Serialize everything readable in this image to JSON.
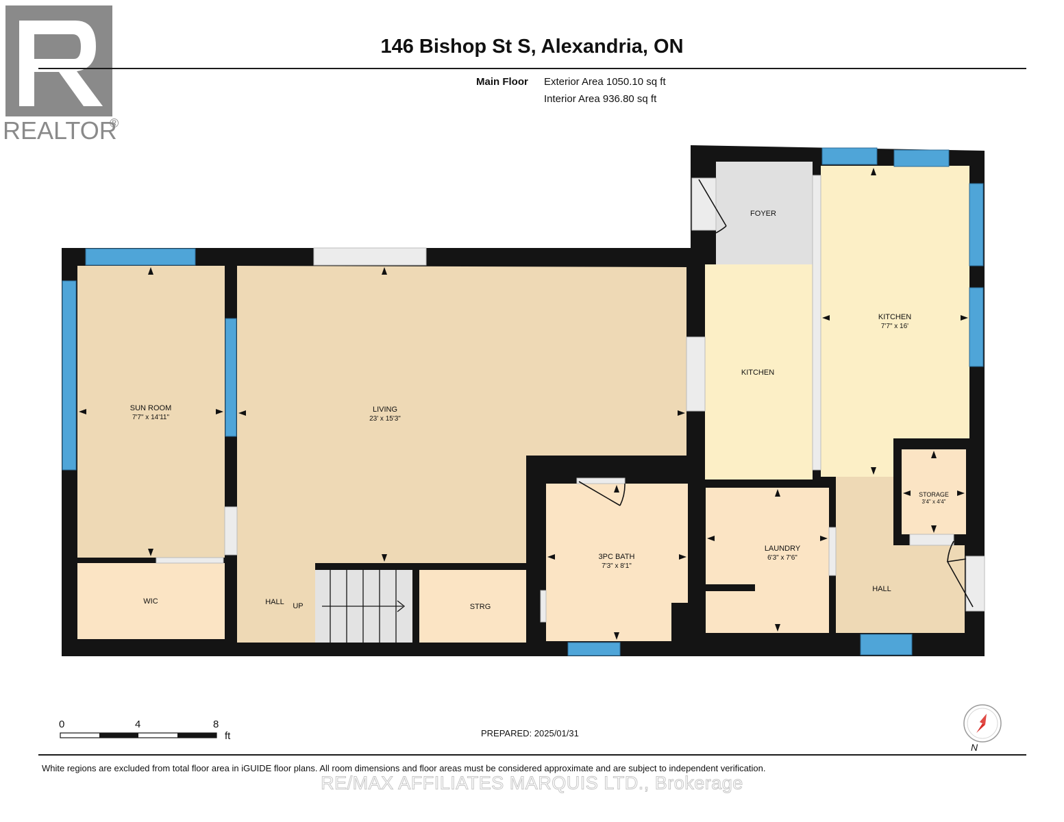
{
  "brand": {
    "realtor_label": "REALTOR",
    "registered_mark": "®"
  },
  "header": {
    "title": "146 Bishop St S, Alexandria, ON"
  },
  "floor": {
    "name": "Main Floor",
    "exterior_area": "Exterior Area 1050.10 sq ft",
    "interior_area": "Interior Area 936.80 sq ft"
  },
  "rooms": {
    "foyer": {
      "name": "FOYER"
    },
    "kitchen_west": {
      "name": "KITCHEN"
    },
    "kitchen_east": {
      "name": "KITCHEN",
      "dims": "7'7\" x 16'"
    },
    "sun_room": {
      "name": "SUN ROOM",
      "dims": "7'7\" x 14'11\""
    },
    "living": {
      "name": "LIVING",
      "dims": "23' x 15'3\""
    },
    "storage": {
      "name": "STORAGE",
      "dims": "3'4\" x 4'4\""
    },
    "laundry": {
      "name": "LAUNDRY",
      "dims": "6'3\" x 7'6\""
    },
    "bath": {
      "name": "3PC BATH",
      "dims": "7'3\" x 8'1\""
    },
    "wic": {
      "name": "WIC"
    },
    "hall_west": {
      "name": "HALL"
    },
    "stair_up": {
      "name": "UP"
    },
    "strg": {
      "name": "STRG"
    },
    "hall_east": {
      "name": "HALL"
    }
  },
  "scale": {
    "tick_0": "0",
    "tick_4": "4",
    "tick_8": "8",
    "unit": "ft"
  },
  "prepared": "PREPARED: 2025/01/31",
  "compass": {
    "label": "N"
  },
  "footnote": "White regions are excluded from total floor area in iGUIDE floor plans. All room dimensions and floor areas must be considered approximate and are subject to independent verification.",
  "watermark": "RE/MAX AFFILIATES MARQUIS LTD., Brokerage",
  "colors": {
    "wall": "#141414",
    "window": "#4fa5d8",
    "room_tan": "#eed9b5",
    "room_peach": "#fbe4c4",
    "room_yellow": "#fcefc6",
    "room_grey": "#e0e0e0"
  }
}
